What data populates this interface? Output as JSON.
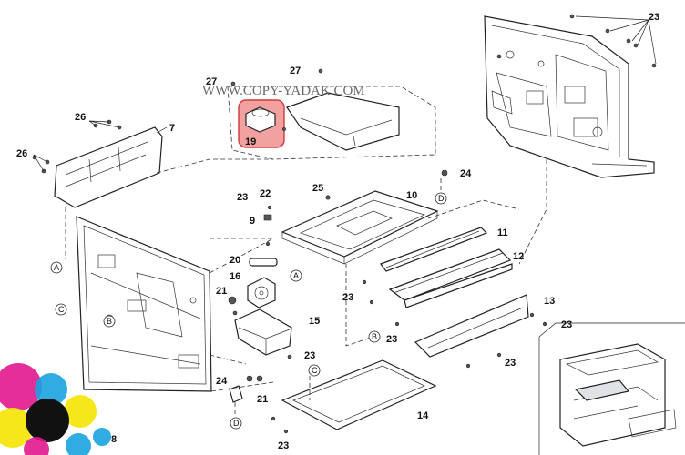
{
  "watermark": "WWW.COPY-YADAK.COM",
  "callouts": {
    "c7": "7",
    "c9": "9",
    "c10": "10",
    "c11": "11",
    "c12": "12",
    "c13": "13",
    "c14": "14",
    "c15": "15",
    "c16": "16",
    "c19": "19",
    "c20": "20",
    "c21a": "21",
    "c21b": "21",
    "c22": "22",
    "c23": "23",
    "c24a": "24",
    "c24b": "24",
    "c25": "25",
    "c26a": "26",
    "c26b": "26",
    "c27a": "27",
    "c27b": "27"
  },
  "extra_23": [
    "23",
    "23",
    "23",
    "23",
    "23",
    "23",
    "23"
  ],
  "refs": {
    "A": "A",
    "B": "B",
    "C": "C",
    "D": "D"
  },
  "logo_digit": "8",
  "colors": {
    "highlight_fill": "#f2a1a1",
    "highlight_stroke": "#d33a3a",
    "logo_magenta": "#e0188c",
    "logo_cyan": "#1ba3e0",
    "logo_yellow": "#f4e60d",
    "logo_black": "#111111"
  }
}
